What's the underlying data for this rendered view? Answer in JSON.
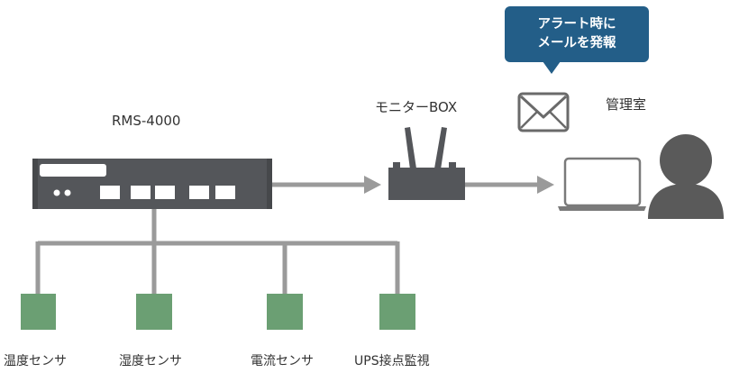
{
  "device": {
    "name": "RMS-4000"
  },
  "monitor_box": {
    "name": "モニターBOX"
  },
  "management_room": {
    "name": "管理室"
  },
  "alert_callout": {
    "line1": "アラート時に",
    "line2": "メールを発報"
  },
  "sensors": [
    {
      "label": "温度センサ"
    },
    {
      "label": "湿度センサ"
    },
    {
      "label": "電流センサ"
    },
    {
      "label": "UPS接点監視"
    }
  ],
  "icons": {
    "mail": "envelope-icon",
    "laptop": "laptop-icon",
    "person": "person-icon",
    "router": "router-icon"
  },
  "colors": {
    "device": "#54565a",
    "line": "#9a9a9a",
    "sensor": "#6b9f73",
    "callout": "#235e88",
    "envelope": "#6a6a6a",
    "laptop": "#7a7a7a",
    "person": "#5a5a5a"
  }
}
